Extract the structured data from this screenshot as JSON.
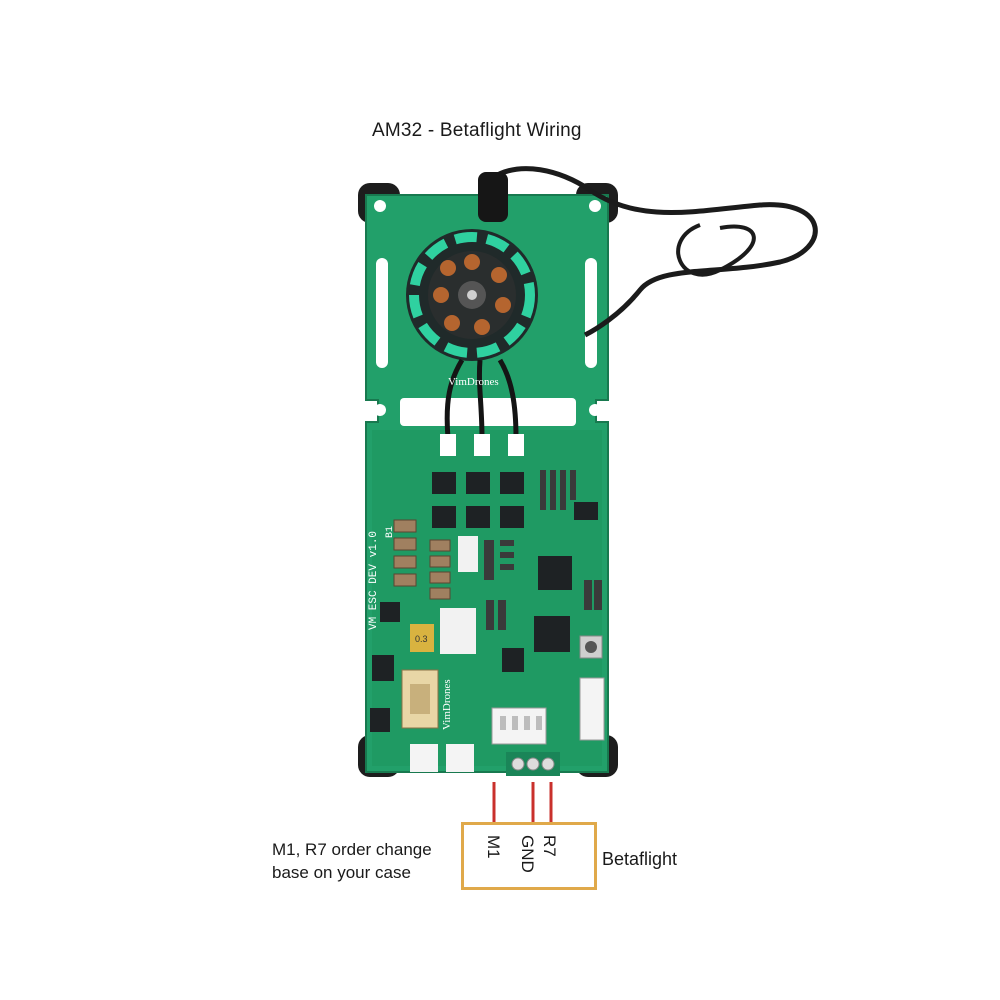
{
  "diagram": {
    "title": "AM32 - Betaflight Wiring",
    "note_lines": [
      "M1, R7 order change",
      "base on your case"
    ],
    "connector_pins": [
      "M1",
      "GND",
      "R7"
    ],
    "connector_label": "Betaflight",
    "board": {
      "brand": "VimDrones",
      "board_text": "VM ESC DEV v1.0",
      "revision": "B1",
      "resistor_value": "0.3"
    }
  },
  "colors": {
    "pcb": "#22a06a",
    "pcb_dark": "#1a8558",
    "wire_red": "#c9302c",
    "box_border": "#e0a94a",
    "motor_accent": "#2fd1a0",
    "chip": "#1e2224"
  }
}
